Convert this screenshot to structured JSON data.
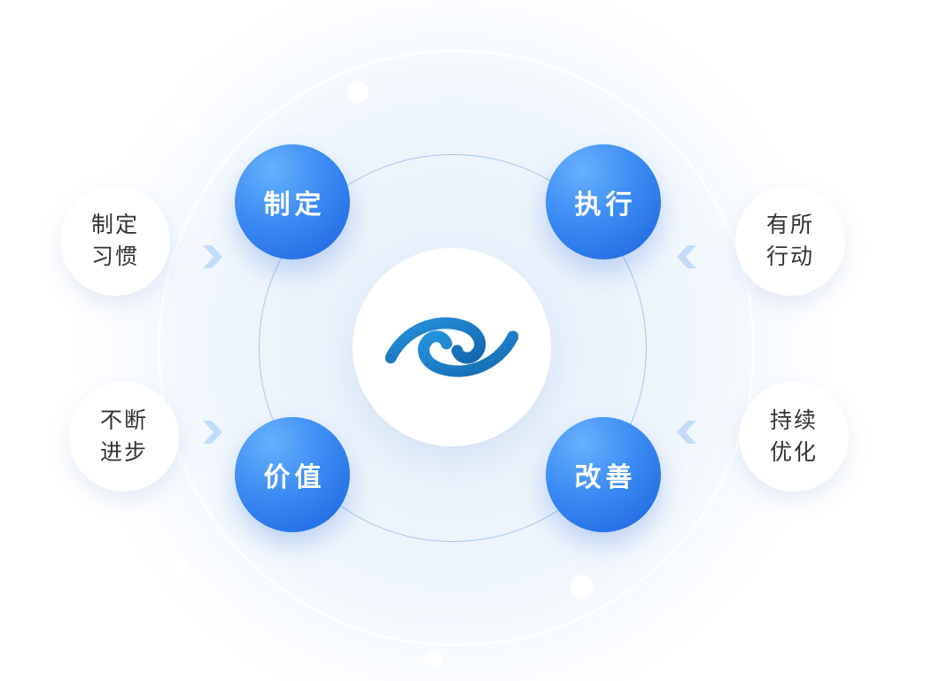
{
  "diagram": {
    "type": "cycle",
    "center_logo": "swirl-eye-logo",
    "nodes": [
      {
        "id": "formulate",
        "label": "制定",
        "position": "top-left"
      },
      {
        "id": "execute",
        "label": "执行",
        "position": "top-right"
      },
      {
        "id": "value",
        "label": "价值",
        "position": "bottom-left"
      },
      {
        "id": "improve",
        "label": "改善",
        "position": "bottom-right"
      }
    ],
    "satellites": [
      {
        "id": "form-habits",
        "lines": [
          "制定",
          "习惯"
        ],
        "position": "left-top",
        "arrow_direction": "right"
      },
      {
        "id": "take-action",
        "lines": [
          "有所",
          "行动"
        ],
        "position": "right-top",
        "arrow_direction": "left"
      },
      {
        "id": "keep-progressing",
        "lines": [
          "不断",
          "进步"
        ],
        "position": "left-bottom",
        "arrow_direction": "right"
      },
      {
        "id": "continuous-optimize",
        "lines": [
          "持续",
          "优化"
        ],
        "position": "right-bottom",
        "arrow_direction": "left"
      }
    ],
    "colors": {
      "node_gradient_top": "#5FADFB",
      "node_gradient_bottom": "#1B62DE",
      "orbit_ring": "#A5C6EE",
      "arrow": "#C2DBF8",
      "logo_gradient_start": "#2493DC",
      "logo_gradient_end": "#1468B0",
      "satellite_text": "#333333",
      "background_tint": "#EAF2FC"
    }
  }
}
